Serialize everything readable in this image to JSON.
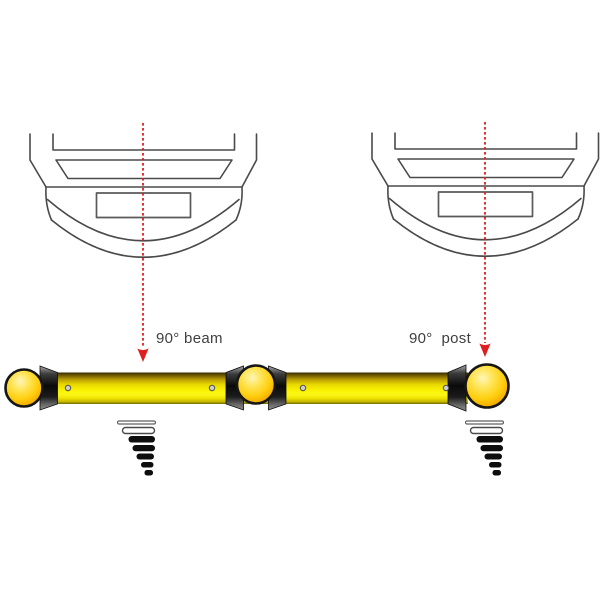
{
  "page": {
    "background_color": "#ffffff",
    "description": "Technical diagram of a 90-degree safety barrier: two vehicle front outlines above, red dashed impact arrows pointing down to the yellow beam and the yellow post ball, with ground screw anchors below"
  },
  "labels": {
    "beam_arrow": "90° beam",
    "post_arrow": "90°  post"
  },
  "colors": {
    "arrow_red": "#df1f1f",
    "vehicle_outline_gray": "#4a4a4a",
    "label_text": "#3f3f3f",
    "beam_yellow_bright": "#f8f000",
    "beam_edge_dark_olive": "#6e5a00",
    "ball_yellow": "#ffd012",
    "ball_highlight": "#fff6b8",
    "ball_shadow_orange": "#d98f00",
    "collar_black": "#0a0a0a",
    "collar_highlight_gray": "#a8a8a8",
    "rivet_gray": "#cfcfcf",
    "screw_black": "#0d0d0d",
    "screw_top_white": "#ffffff"
  },
  "elements": {
    "vehicles": {
      "count": 2,
      "view": "front outline with roof line, windshield trapezoid, bumper and license plate"
    },
    "impact_arrows": {
      "count": 2,
      "style": "vertical red dashed line with solid down arrowhead"
    },
    "barrier": {
      "beam_segments": 2,
      "ball_joints": 3,
      "rivets": 4
    },
    "ground_screws": {
      "count": 2,
      "bars_per_screw": 7
    }
  }
}
